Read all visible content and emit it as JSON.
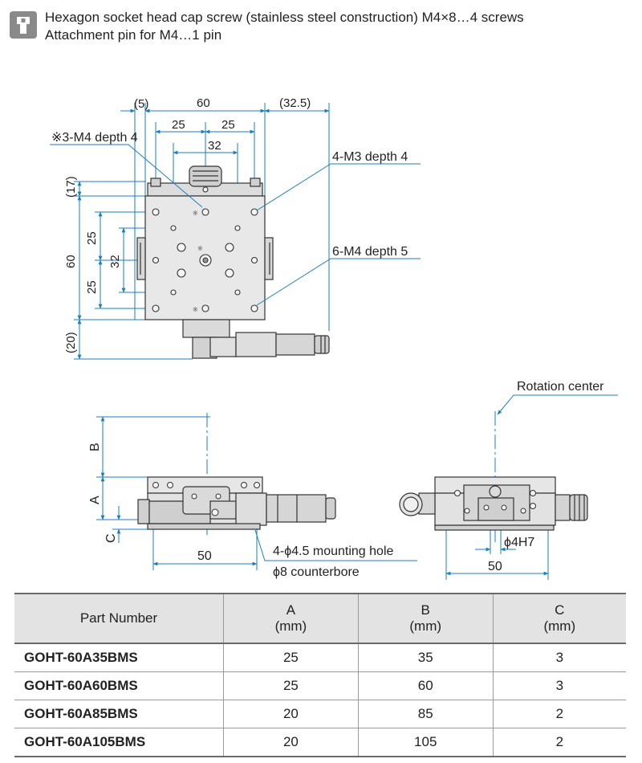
{
  "header": {
    "icon": "hex-screw-icon",
    "line1": "Hexagon socket head cap screw (stainless steel construction)  M4×8…4 screws",
    "line2": "Attachment pin for M4…1 pin"
  },
  "top_view": {
    "dims": {
      "d5": "(5)",
      "d60_top": "60",
      "d32_5": "(32.5)",
      "d25_left": "25",
      "d25_right": "25",
      "d32_top": "32",
      "d17": "(17)",
      "d25_v1": "25",
      "d32_v": "32",
      "d60_v": "60",
      "d25_v2": "25",
      "d20": "(20)"
    },
    "callouts": {
      "m4_3": "※3-M4 depth 4",
      "m3_4": "4-M3 depth 4",
      "m4_6": "6-M4 depth 5"
    }
  },
  "side_view": {
    "dims": {
      "B": "B",
      "A": "A",
      "C": "C",
      "d50": "50"
    },
    "callouts": {
      "mount1": "4-ϕ4.5 mounting hole",
      "mount2": "ϕ8 counterbore"
    }
  },
  "front_view": {
    "dims": {
      "d50": "50",
      "pin": "ϕ4H7"
    },
    "callouts": {
      "rotation": "Rotation center"
    }
  },
  "table": {
    "headers": [
      {
        "top": "Part Number",
        "bottom": ""
      },
      {
        "top": "A",
        "bottom": "(mm)"
      },
      {
        "top": "B",
        "bottom": "(mm)"
      },
      {
        "top": "C",
        "bottom": "(mm)"
      }
    ],
    "rows": [
      {
        "part": "GOHT-60A35BMS",
        "a": "25",
        "b": "35",
        "c": "3"
      },
      {
        "part": "GOHT-60A60BMS",
        "a": "25",
        "b": "60",
        "c": "3"
      },
      {
        "part": "GOHT-60A85BMS",
        "a": "20",
        "b": "85",
        "c": "2"
      },
      {
        "part": "GOHT-60A105BMS",
        "a": "20",
        "b": "105",
        "c": "2"
      }
    ]
  },
  "colors": {
    "dimension": "#1a7fbf",
    "outline": "#333333",
    "body": "#e8e8e8"
  }
}
